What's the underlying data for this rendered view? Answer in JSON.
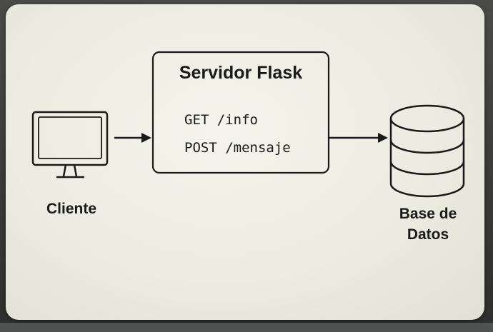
{
  "server": {
    "title": "Servidor Flask",
    "endpoints": [
      "GET /info",
      "POST /mensaje"
    ]
  },
  "client": {
    "label": "Cliente",
    "icon": "monitor-icon"
  },
  "database": {
    "label_line1": "Base de",
    "label_line2": "Datos",
    "icon": "database-icon"
  },
  "colors": {
    "ink": "#1a1a1a",
    "background": "#ecece2"
  }
}
